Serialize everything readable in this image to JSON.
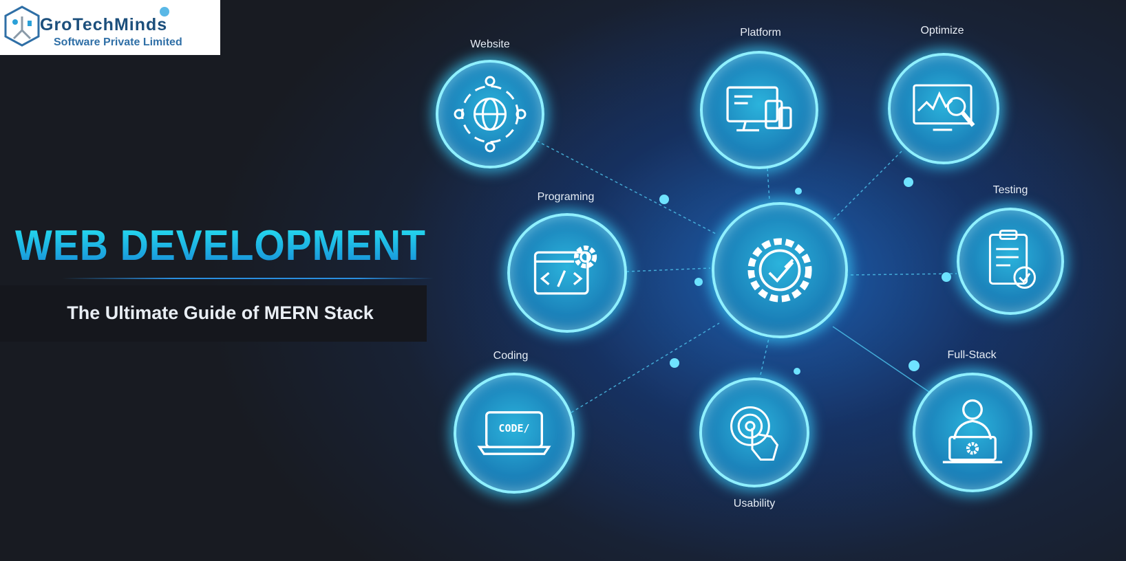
{
  "logo": {
    "name": "GroTechMinds",
    "subtitle": "Software Private Limited"
  },
  "headline": {
    "title": "WEB DEVELOPMENT",
    "subtitle": "The Ultimate Guide of MERN Stack"
  },
  "colors": {
    "title_gradient_top": "#27e6f2",
    "title_gradient_bottom": "#1686d6",
    "background": "#181b22",
    "node_glow": "#8ff0ff"
  },
  "nodes": [
    {
      "label": "Website",
      "icon": "globe-users-icon"
    },
    {
      "label": "Platform",
      "icon": "devices-icon"
    },
    {
      "label": "Optimize",
      "icon": "chart-magnifier-icon"
    },
    {
      "label": "Programing",
      "icon": "code-window-gear-icon"
    },
    {
      "label": "",
      "icon": "gear-checkmark-icon"
    },
    {
      "label": "Testing",
      "icon": "clipboard-check-icon"
    },
    {
      "label": "Coding",
      "icon": "laptop-code-icon",
      "screen_text": "CODE/"
    },
    {
      "label": "Usability",
      "icon": "touch-hand-icon"
    },
    {
      "label": "Full-Stack",
      "icon": "developer-laptop-icon"
    }
  ]
}
